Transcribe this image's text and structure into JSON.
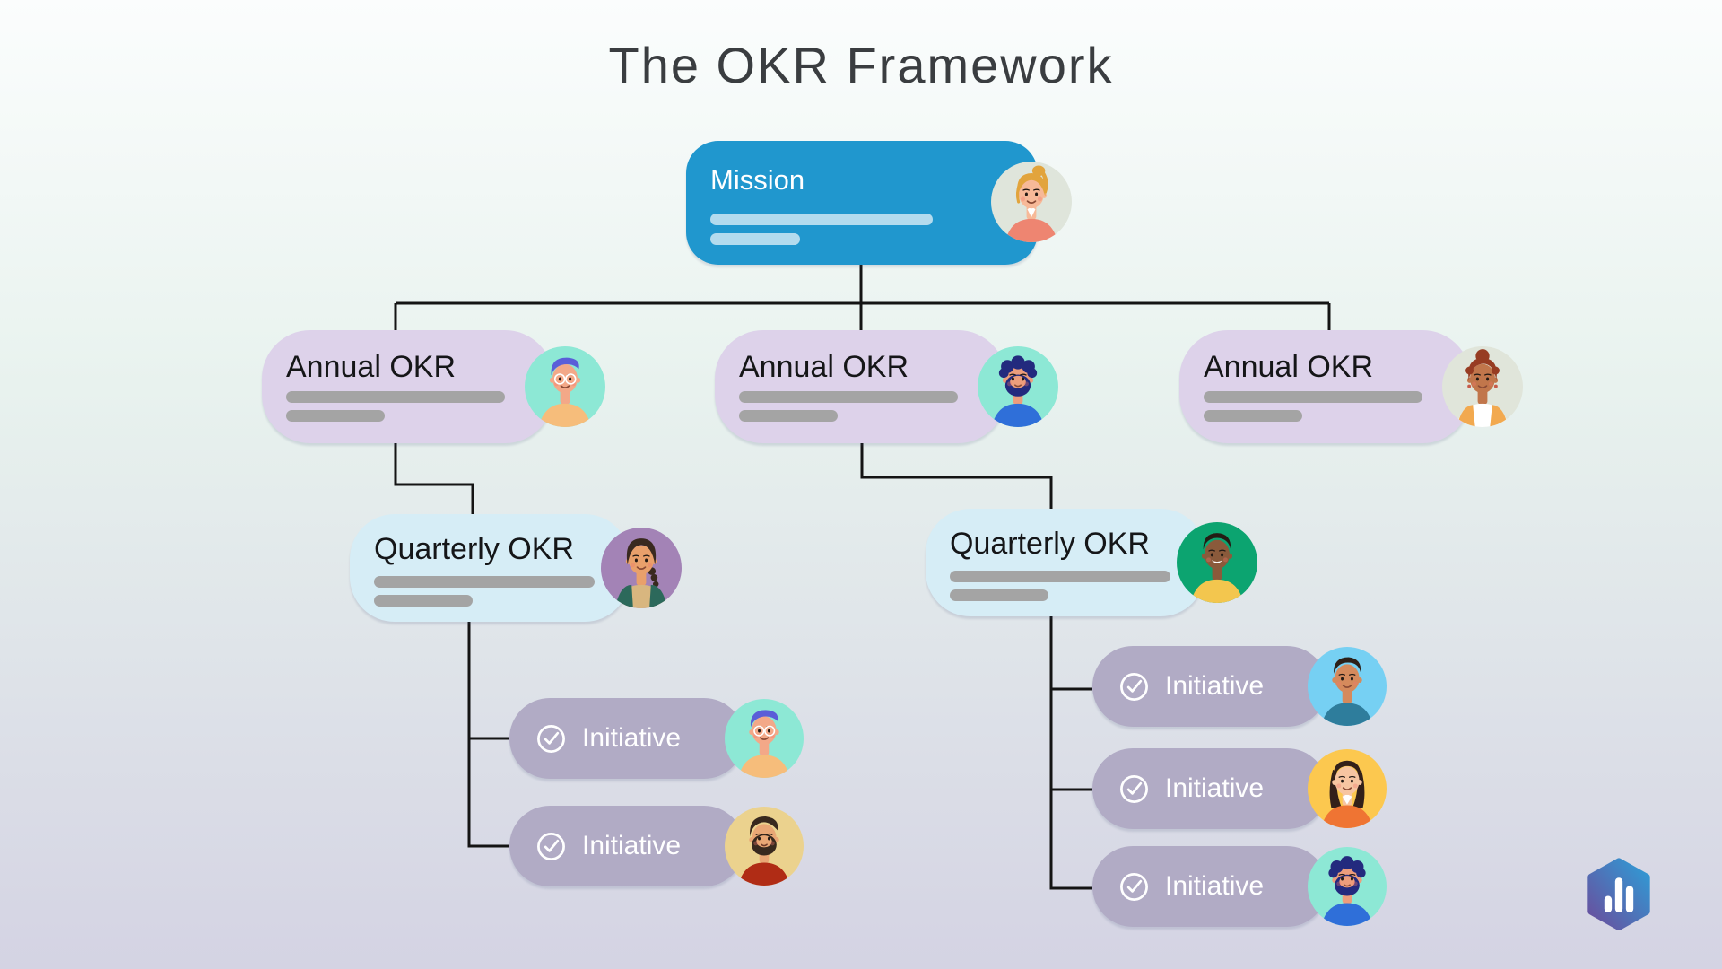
{
  "title": "The OKR Framework",
  "diagram": {
    "mission": {
      "label": "Mission",
      "avatar": {
        "description": "woman with blonde ponytail and coral top",
        "variant": "woman-ponytail",
        "bg": "#dfe5db",
        "skin": "#f7b998",
        "hair": "#e2a43c",
        "shirt": "#ee8571"
      }
    },
    "annual": [
      {
        "label": "Annual OKR",
        "avatar": {
          "description": "man with blue hair and round glasses",
          "variant": "man-glasses",
          "bg": "#8de8d5",
          "skin": "#f3a888",
          "hair": "#5a5ed8",
          "shirt": "#f6bd7b"
        }
      },
      {
        "label": "Annual OKR",
        "avatar": {
          "description": "man with dark curly hair and beard in blue shirt",
          "variant": "man-curly-beard",
          "bg": "#8de8d5",
          "skin": "#ed9d7c",
          "hair": "#232a7e",
          "shirt": "#2f6fd9"
        }
      },
      {
        "label": "Annual OKR",
        "avatar": {
          "description": "woman with auburn bun, earrings and striped vest",
          "variant": "woman-bun",
          "bg": "#e0e5da",
          "skin": "#c1764b",
          "hair": "#973c22",
          "shirt": "#ffffff",
          "accent": "#f2a94f"
        }
      }
    ],
    "quarterly": [
      {
        "label": "Quarterly OKR",
        "avatar": {
          "description": "woman with dark braided hair and teal cardigan",
          "variant": "woman-braid",
          "bg": "#a383b6",
          "skin": "#e9a06b",
          "hair": "#39291f",
          "shirt": "#d8b67f",
          "accent": "#2c695b"
        }
      },
      {
        "label": "Quarterly OKR",
        "avatar": {
          "description": "smiling man with short dark hair in yellow shirt",
          "variant": "man-short",
          "bg": "#0ca470",
          "skin": "#8a5a3b",
          "hair": "#241c14",
          "shirt": "#f3c64e"
        }
      }
    ],
    "initiatives_left": [
      {
        "label": "Initiative",
        "avatar": {
          "description": "man with blue hair and round glasses",
          "variant": "man-glasses",
          "bg": "#8de8d5",
          "skin": "#f3a888",
          "hair": "#5a5ed8",
          "shirt": "#f6bd7b"
        }
      },
      {
        "label": "Initiative",
        "avatar": {
          "description": "man with dark fringe and full beard in dark red shirt",
          "variant": "man-beard",
          "bg": "#ebd28e",
          "skin": "#e9a775",
          "hair": "#38291e",
          "shirt": "#b02c15"
        }
      }
    ],
    "initiatives_right": [
      {
        "label": "Initiative",
        "avatar": {
          "description": "man with side-parted dark hair in teal shirt",
          "variant": "man-side",
          "bg": "#76d0f3",
          "skin": "#d58a5c",
          "hair": "#2c2018",
          "shirt": "#2e7d9c"
        }
      },
      {
        "label": "Initiative",
        "avatar": {
          "description": "woman with long dark hair in orange top",
          "variant": "woman-long",
          "bg": "#fcc84f",
          "skin": "#f7c5a1",
          "hair": "#332019",
          "shirt": "#ef7433"
        }
      },
      {
        "label": "Initiative",
        "avatar": {
          "description": "man with dark curly hair and beard in blue shirt",
          "variant": "man-curly-beard",
          "bg": "#8de8d5",
          "skin": "#ed9d7c",
          "hair": "#232a7e",
          "shirt": "#2f6fd9"
        }
      }
    ]
  },
  "icons": {
    "initiative_check": "check-circle-icon",
    "brand_logo": "hexagon-bar-chart-logo"
  },
  "colors": {
    "mission_bg": "#2097ce",
    "annual_bg": "#ddd2ea",
    "quarterly_bg": "#d6edf6",
    "initiative_bg": "#b1abc5",
    "connector": "#141414",
    "bar_gray": "#a4a4a4",
    "bar_light": "rgba(255,255,255,0.66)",
    "title_color": "#3a3d40",
    "bg_top": "#fbfdfd",
    "bg_mid": "#e8f2ee",
    "bg_bottom": "#d4d3e3",
    "logo_purple": "#6a4e9d",
    "logo_blue": "#2f9cd6"
  }
}
